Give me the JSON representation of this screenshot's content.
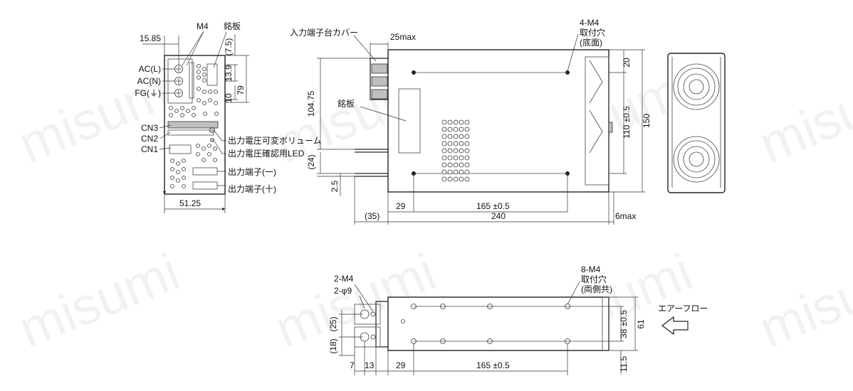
{
  "watermark": {
    "text": "misumi"
  },
  "front_view": {
    "terminal_labels": [
      "AC(L)",
      "AC(N)",
      "FG(⏚)"
    ],
    "connector_labels": [
      "CN3",
      "CN2",
      "CN1"
    ],
    "screw_label": "M4",
    "nameplate_label": "銘板",
    "dims": {
      "left_offset": "15.85",
      "width": "51.25",
      "top_gap": "(7.5)",
      "terminal_pitch": "13.9",
      "terminal_low": "10",
      "height": "79"
    },
    "callouts": [
      "出力電圧可変ボリューム",
      "出力電圧確認用LED",
      "出力端子(一)",
      "出力端子(十)"
    ]
  },
  "side_view": {
    "cover_label": "入力端子台カバー",
    "cover_dim": "25max",
    "nameplate_label": "銘板",
    "mount_label": [
      "4-M4",
      "取付穴",
      "(底面)"
    ],
    "dims": {
      "height_left": "104.75",
      "wire_gap": "(24)",
      "wire_low": "2.5",
      "pitch_top": "20",
      "pitch_mid": "110 ±0.5",
      "height": "150",
      "offset_left": "29",
      "hole_pitch": "165 ±0.5",
      "lead": "(35)",
      "length": "240",
      "fan_proj": "6max"
    }
  },
  "bottom_view": {
    "hole_labels": [
      "2-M4",
      "2-φ9"
    ],
    "mount_label": [
      "8-M4",
      "取付穴",
      "(両側共)"
    ],
    "airflow_label": "エアーフロー",
    "dims": {
      "gap_a": "(25)",
      "gap_b": "(18)",
      "left_a": "7",
      "left_b": "13",
      "offset_left": "29",
      "hole_pitch": "165 ±0.5",
      "mid_pitch": "38 ±0.5",
      "height": "61",
      "bottom": "11.5"
    }
  }
}
